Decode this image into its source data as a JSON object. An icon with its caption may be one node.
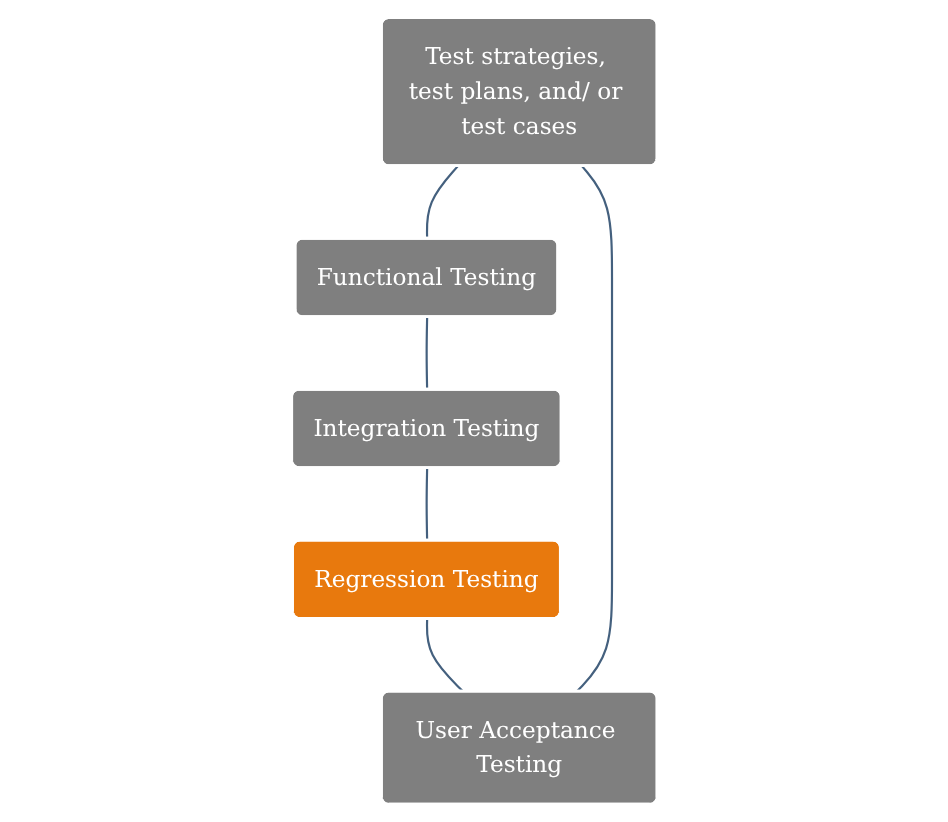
{
  "diagram": {
    "nodes": [
      {
        "text": [
          "Test strategies, test plans, and/ or test cases"
        ]
      },
      {
        "text": [
          "User Acceptance Testing"
        ]
      },
      {
        "text": [
          "Functional Testing"
        ]
      },
      {
        "text": [
          "Regression Testing"
        ]
      },
      {
        "text": [
          "Integration Testing"
        ]
      }
    ],
    "edges": [
      {
        "from": 0,
        "to": 2,
        "arrow": "none"
      },
      {
        "from": 2,
        "to": 4,
        "arrow": "none"
      },
      {
        "from": 4,
        "to": 3,
        "arrow": "none"
      },
      {
        "from": 3,
        "to": 1,
        "arrow": "none"
      },
      {
        "from": 1,
        "to": 0,
        "arrow": "none"
      }
    ]
  }
}
